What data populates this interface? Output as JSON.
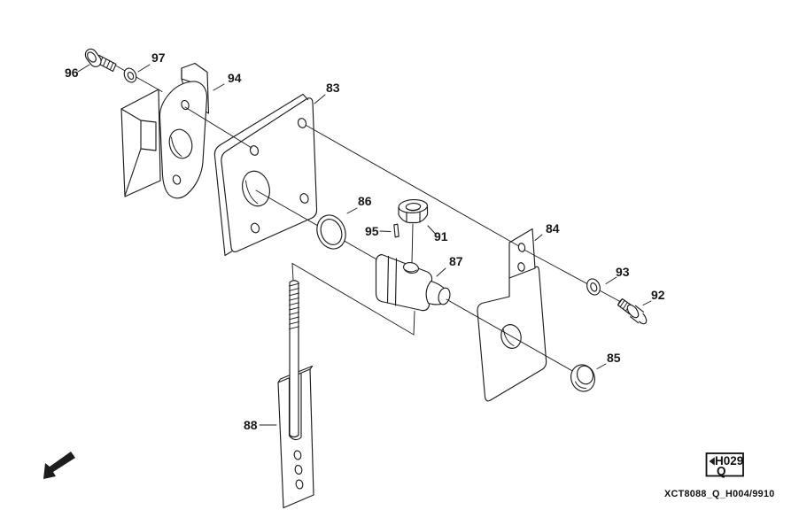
{
  "colors": {
    "background": "#ffffff",
    "line": "#1d1d1d"
  },
  "diagram": {
    "type": "exploded-parts-diagram",
    "callouts": [
      {
        "id": "96",
        "label": "96"
      },
      {
        "id": "97",
        "label": "97"
      },
      {
        "id": "94",
        "label": "94"
      },
      {
        "id": "83",
        "label": "83"
      },
      {
        "id": "86",
        "label": "86"
      },
      {
        "id": "95",
        "label": "95"
      },
      {
        "id": "91",
        "label": "91"
      },
      {
        "id": "87",
        "label": "87"
      },
      {
        "id": "84",
        "label": "84"
      },
      {
        "id": "93",
        "label": "93"
      },
      {
        "id": "92",
        "label": "92"
      },
      {
        "id": "85",
        "label": "85"
      },
      {
        "id": "88",
        "label": "88"
      }
    ]
  },
  "footer": {
    "nav_box": {
      "arrow_icon": "left-triangle",
      "code": "H029",
      "variant": "Q"
    },
    "doc_code": "XCT8088_Q_H004/9910"
  },
  "misc": {
    "direction_arrow_icon": "southwest-arrow"
  }
}
